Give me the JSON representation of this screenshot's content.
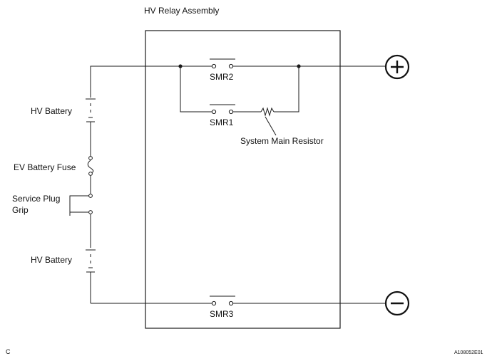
{
  "title": "HV Relay Assembly",
  "labels": {
    "hv_battery_top": "HV Battery",
    "ev_battery_fuse": "EV Battery Fuse",
    "service_plug_line1": "Service Plug",
    "service_plug_line2": "Grip",
    "hv_battery_bottom": "HV Battery",
    "system_main_resistor": "System Main Resistor"
  },
  "relays": {
    "smr1": "SMR1",
    "smr2": "SMR2",
    "smr3": "SMR3"
  },
  "terminals": {
    "positive": "plus-icon",
    "negative": "minus-icon"
  },
  "footer": {
    "left_code": "C",
    "figure_id": "A108052E01"
  }
}
